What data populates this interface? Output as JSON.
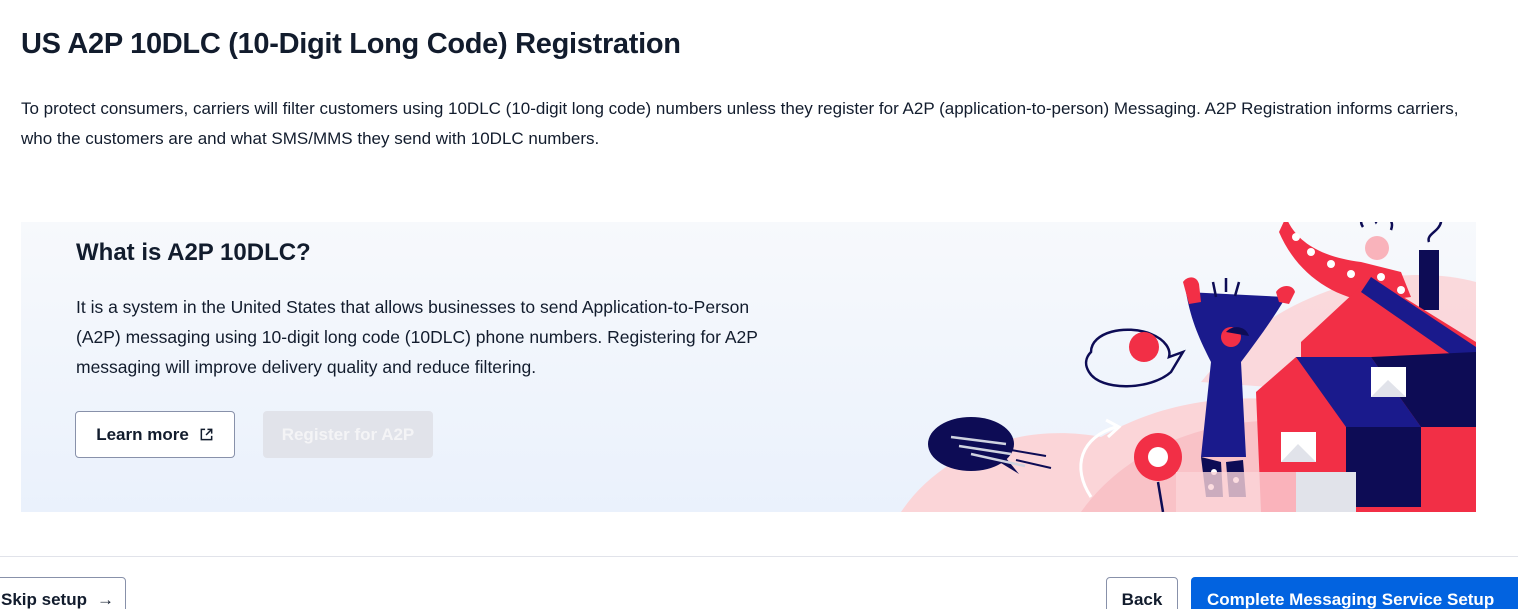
{
  "page": {
    "title": "US A2P 10DLC (10-Digit Long Code) Registration",
    "intro": "To protect consumers, carriers will filter customers using 10DLC (10-digit long code) numbers unless they register for A2P (application-to-person) Messaging. A2P Registration informs carriers, who the customers are and what SMS/MMS they send with 10DLC numbers."
  },
  "card": {
    "title": "What is A2P 10DLC?",
    "body": "It is a system in the United States that allows businesses to send Application-to-Person (A2P) messaging using 10-digit long code (10DLC) phone numbers. Registering for A2P messaging will improve delivery quality and reduce filtering.",
    "learn_more_label": "Learn more",
    "learn_more_icon": "external-link-icon",
    "register_label": "Register for A2P",
    "register_disabled": true
  },
  "footer": {
    "skip_label": "Skip setup",
    "skip_icon": "arrow-right-icon",
    "back_label": "Back",
    "complete_label": "Complete Messaging Service Setup"
  },
  "colors": {
    "primary": "#0263e0",
    "text": "#121c2d",
    "illustration_red": "#f22f46",
    "illustration_navy": "#0d0c55",
    "illustration_pink": "#fbd0d3"
  }
}
